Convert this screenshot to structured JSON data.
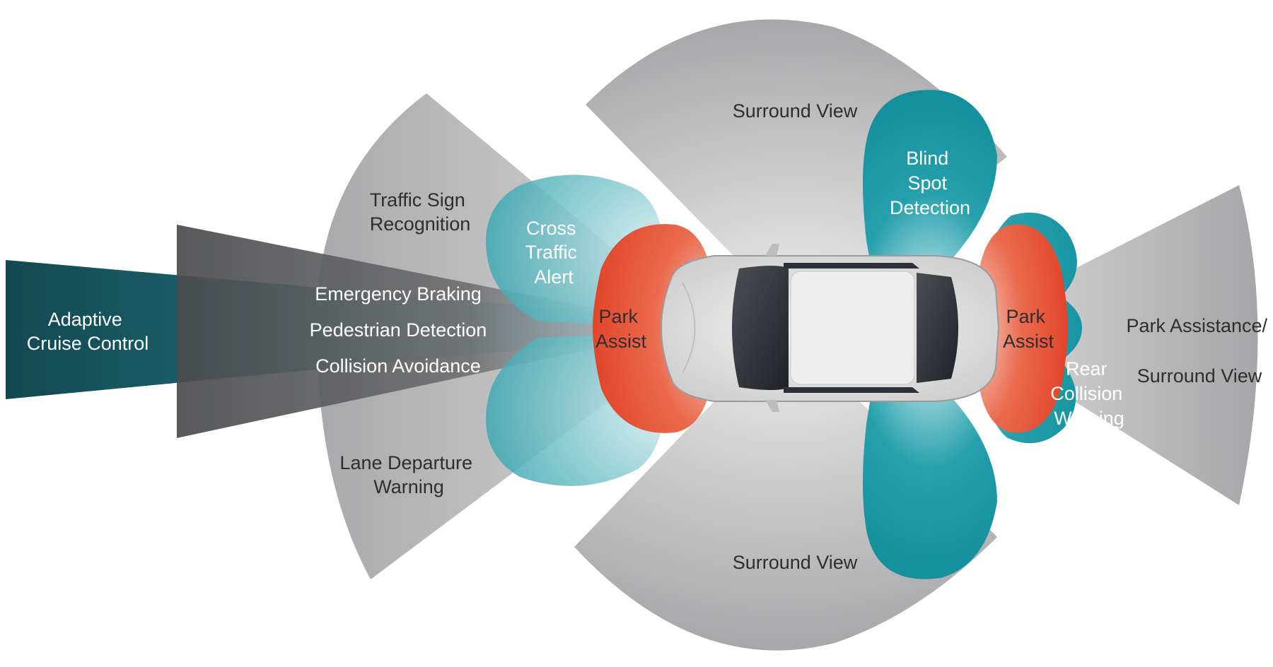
{
  "diagram": {
    "zones": {
      "adaptive_cruise_control": [
        "Adaptive",
        "Cruise Control"
      ],
      "traffic_sign_recognition": [
        "Traffic Sign",
        "Recognition"
      ],
      "emergency_braking": "Emergency Braking",
      "pedestrian_detection": "Pedestrian Detection",
      "collision_avoidance": "Collision Avoidance",
      "lane_departure_warning": [
        "Lane Departure",
        "Warning"
      ],
      "cross_traffic_alert": [
        "Cross",
        "Traffic",
        "Alert"
      ],
      "park_assist_front": [
        "Park",
        "Assist"
      ],
      "park_assist_rear": [
        "Park",
        "Assist"
      ],
      "surround_view_top": "Surround View",
      "surround_view_bottom": "Surround View",
      "blind_spot_detection": [
        "Blind",
        "Spot",
        "Detection"
      ],
      "rear_collision_warning": [
        "Rear",
        "Collision",
        "Warning"
      ],
      "park_assistance_surround_view": [
        "Park Assistance/",
        "Surround View"
      ]
    },
    "colors": {
      "grey_zone": "#b4b4b6",
      "dark_grey_zone": "#5b5c5e",
      "teal_dark": "#17525f",
      "teal": "#1897a3",
      "teal_light": "#6dc6cf",
      "red": "#e5472c",
      "car_body": "#e6e6e6"
    }
  }
}
